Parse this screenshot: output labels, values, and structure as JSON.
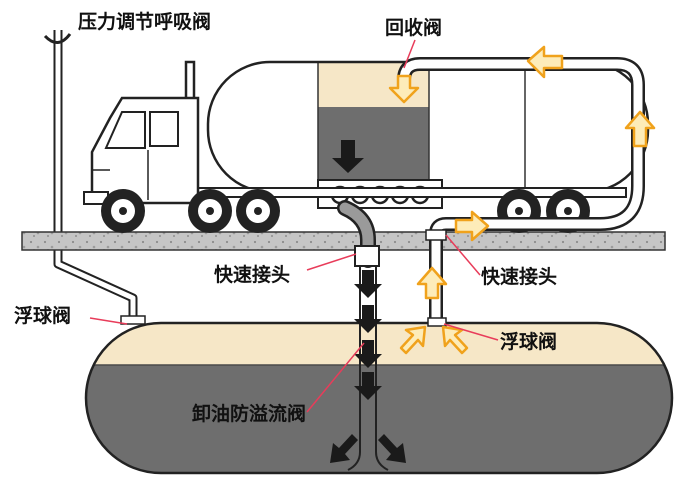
{
  "labels": {
    "pressure_valve": "压力调节呼吸阀",
    "recovery_valve": "回收阀",
    "quick_coupling_left": "快速接头",
    "quick_coupling_right": "快速接头",
    "float_valve_left": "浮球阀",
    "float_valve_right": "浮球阀",
    "overfill_valve": "卸油防溢流阀"
  },
  "colors": {
    "fuel": "#6e6e6e",
    "vapor": "#f6e7c7",
    "ground": "#c5c5c5",
    "arrow_fill": "#fdecb9",
    "arrow_stroke": "#f0a21c",
    "arrow_dark": "#1a1a1a",
    "leader": "#e83c5a",
    "outline": "#222222",
    "white": "#ffffff"
  },
  "icons": {
    "vapor_flow": "orange-arrow-icon",
    "fuel_flow": "black-arrow-icon"
  }
}
